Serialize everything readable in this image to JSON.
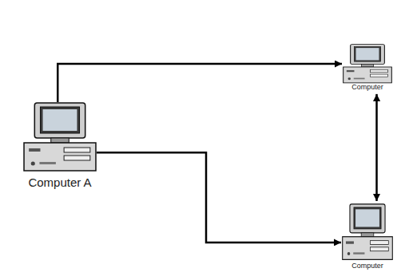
{
  "diagram": {
    "nodes": [
      {
        "text": [
          "Computer A"
        ]
      },
      {
        "text": [
          "Computer"
        ]
      },
      {
        "text": [
          "Computer"
        ]
      }
    ],
    "edges": [
      {
        "from": 0,
        "to": 1,
        "arrow": "to"
      },
      {
        "from": 0,
        "to": 2,
        "arrow": "to"
      },
      {
        "from": 1,
        "to": 2,
        "arrow": "both"
      }
    ]
  }
}
